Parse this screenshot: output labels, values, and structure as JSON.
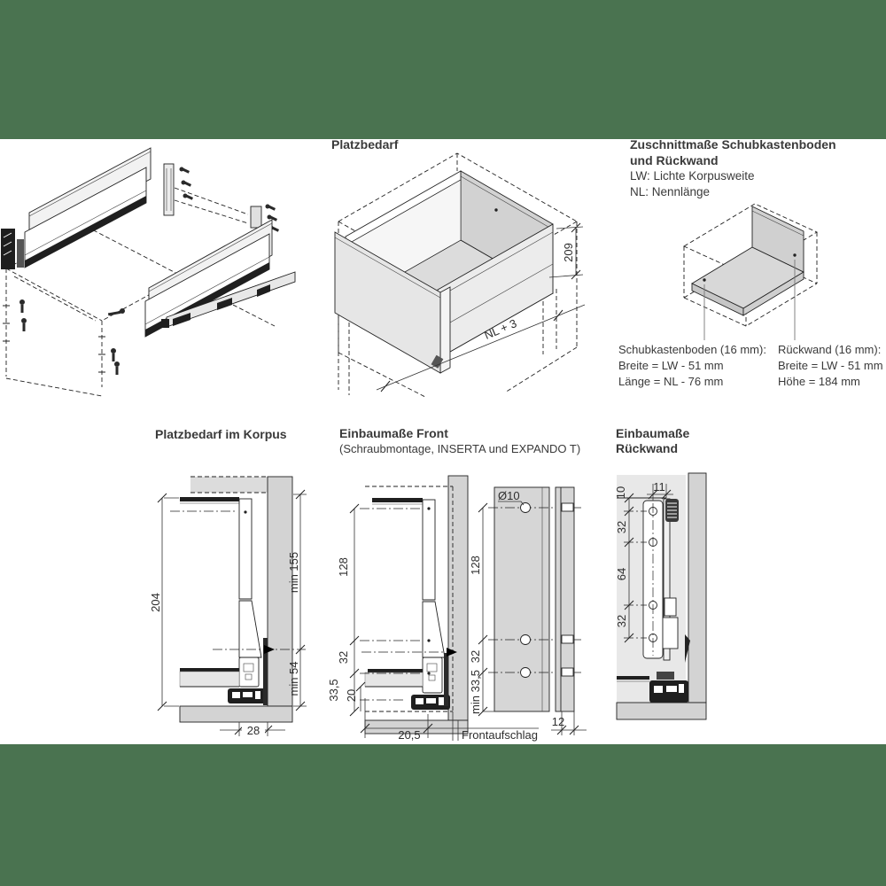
{
  "colors": {
    "band": "#4a7350",
    "diagram_gray": "#d3d3d3",
    "diagram_light_gray": "#e8e8e8",
    "line": "#222222"
  },
  "titles": {
    "platzbedarf": "Platzbedarf",
    "zuschnitt_line1": "Zuschnittmaße Schubkastenboden",
    "zuschnitt_line2": "und Rückwand",
    "zuschnitt_lw": "LW: Lichte Korpusweite",
    "zuschnitt_nl": "NL: Nennlänge",
    "korpus": "Platzbedarf im Korpus",
    "front_line1": "Einbaumaße Front",
    "front_line2": "(Schraubmontage, INSERTA und EXPANDO T)",
    "rueckwand_line1": "Einbaumaße",
    "rueckwand_line2": "Rückwand"
  },
  "zuschnitt_specs": {
    "boden_title": "Schubkastenboden (16 mm):",
    "boden_breite": "Breite = LW - 51 mm",
    "boden_laenge": "Länge = NL - 76 mm",
    "rueckwand_title": "Rückwand (16 mm):",
    "rueckwand_breite": "Breite = LW - 51 mm",
    "rueckwand_hoehe": "Höhe = 184 mm"
  },
  "dims": {
    "platzbedarf_hoehe": "209",
    "platzbedarf_laenge": "NL + 3",
    "korpus_hoehe": "204",
    "korpus_min_oben": "min 155",
    "korpus_min_unten": "min 54",
    "korpus_breite": "28",
    "front_128": "128",
    "front_32": "32",
    "front_335": "33,5",
    "front_20": "20",
    "front_205": "20,5",
    "front_aufschlag": "Frontaufschlag",
    "bohr_durchmesser": "Ø10",
    "bohr_128": "128",
    "bohr_32": "32",
    "bohr_min335": "min 33,5",
    "bohr_12": "12",
    "rw_10": "10",
    "rw_11": "11",
    "rw_32a": "32",
    "rw_64": "64",
    "rw_32b": "32"
  }
}
